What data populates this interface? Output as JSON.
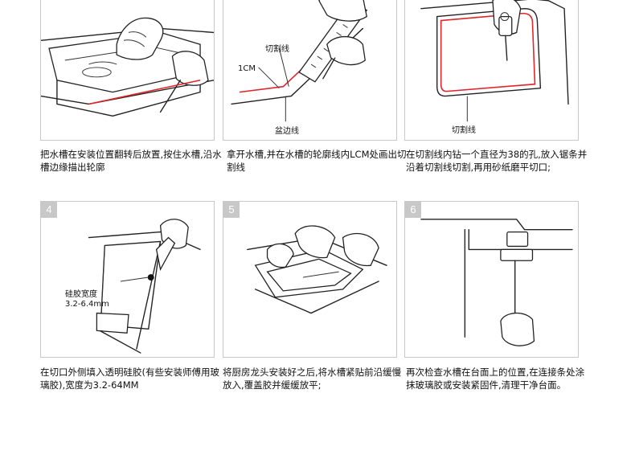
{
  "steps": [
    {
      "num": "",
      "caption": "把水槽在安装位置翻转后放置,按住水槽,沿水槽边缘描出轮廓",
      "labels": []
    },
    {
      "num": "",
      "caption": "拿开水槽,并在水槽的轮廓线内LCM处画出切割线",
      "labels": [
        "切割线",
        "1CM",
        "盆边线"
      ]
    },
    {
      "num": "",
      "caption": "在切割线内钻一个直径为38的孔,放入锯条并沿着切割线切割,再用砂纸磨平切口;",
      "labels": [
        "切割线"
      ]
    },
    {
      "num": "4",
      "caption": "在切口外侧填入透明硅胶(有些安装师傅用玻璃胶),宽度为3.2-64MM",
      "labels": [
        "硅胶宽度",
        "3.2-6.4mm"
      ]
    },
    {
      "num": "5",
      "caption": "将厨房龙头安装好之后,将水槽紧贴前沿缓慢放入,覆盖胶并缓缓放平;",
      "labels": []
    },
    {
      "num": "6",
      "caption": "再次检查水槽在台面上的位置,在连接条处涂抹玻璃胶或安装紧固件,清理干净台面。",
      "labels": []
    }
  ]
}
